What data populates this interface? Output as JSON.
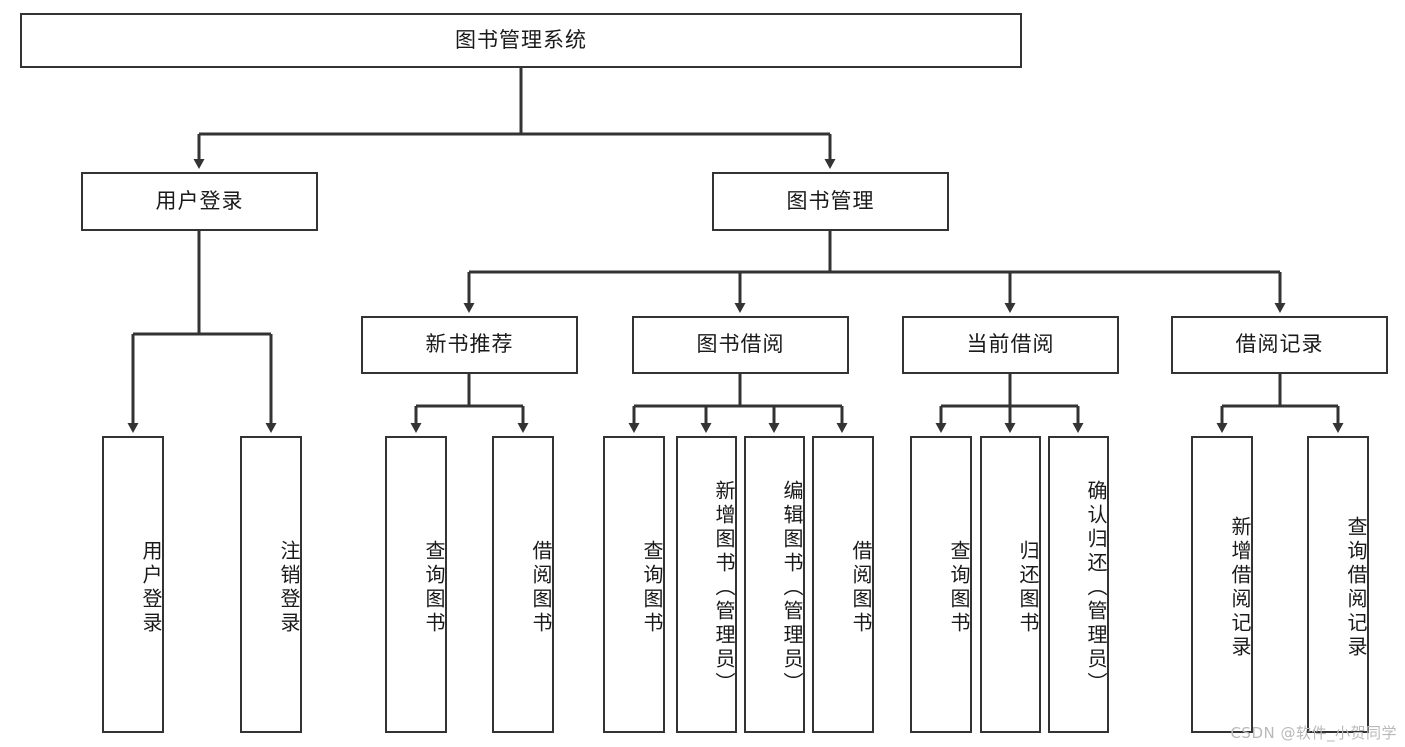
{
  "diagram": {
    "title": "图书管理系统",
    "watermark": "CSDN @软件_小贺同学",
    "colors": {
      "box_border": "#333333",
      "box_fill": "#ffffff",
      "edge": "#333333",
      "text": "#1a1a1a",
      "watermark": "#b9b9b9",
      "background": "#ffffff"
    },
    "levels": {
      "root": {
        "label": "图书管理系统"
      },
      "level2": [
        {
          "label": "用户登录"
        },
        {
          "label": "图书管理"
        }
      ],
      "level3": [
        {
          "label": "新书推荐"
        },
        {
          "label": "图书借阅"
        },
        {
          "label": "当前借阅"
        },
        {
          "label": "借阅记录"
        }
      ],
      "leaves_user_login": [
        {
          "label": "用户登录"
        },
        {
          "label": "注销登录"
        }
      ],
      "leaves_new_book": [
        {
          "label": "查询图书"
        },
        {
          "label": "借阅图书"
        }
      ],
      "leaves_borrow": [
        {
          "label": "查询图书"
        },
        {
          "label": "新增图书（管理员）"
        },
        {
          "label": "编辑图书（管理员）"
        },
        {
          "label": "借阅图书"
        }
      ],
      "leaves_current": [
        {
          "label": "查询图书"
        },
        {
          "label": "归还图书"
        },
        {
          "label": "确认归还（管理员）"
        }
      ],
      "leaves_records": [
        {
          "label": "新增借阅记录"
        },
        {
          "label": "查询借阅记录"
        }
      ]
    }
  }
}
